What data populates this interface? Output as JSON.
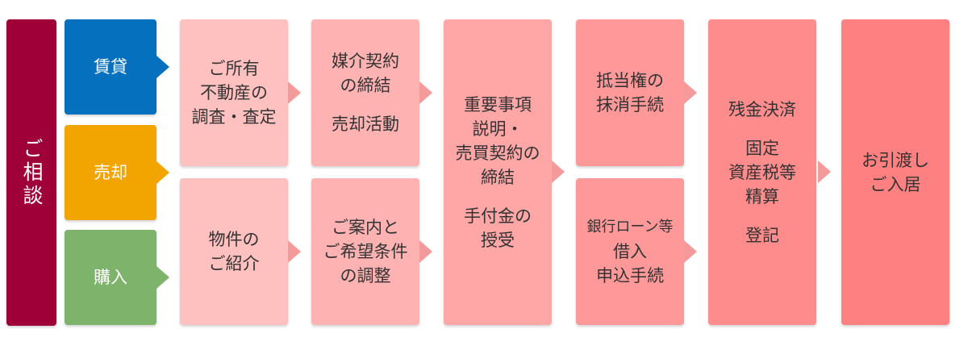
{
  "consult": {
    "label": "ご相談",
    "color": "#a00038"
  },
  "categories": [
    {
      "label": "賃貸",
      "color": "#0570bd"
    },
    {
      "label": "売却",
      "color": "#f2a500"
    },
    {
      "label": "購入",
      "color": "#7db36a"
    }
  ],
  "steps": {
    "appraisal": {
      "lines": [
        "ご所有",
        "不動産の",
        "調査・査定"
      ]
    },
    "introduction": {
      "lines": [
        "物件の",
        "ご紹介"
      ]
    },
    "brokerage": {
      "lines": [
        "媒介契約",
        "の締結"
      ],
      "sub": "売却活動"
    },
    "guidance": {
      "lines": [
        "ご案内と",
        "ご希望条件",
        "の調整"
      ]
    },
    "contract": {
      "lines": [
        "重要事項",
        "説明・",
        "売買契約の",
        "締結"
      ],
      "sub_lines": [
        "手付金の",
        "授受"
      ]
    },
    "mortgage": {
      "lines": [
        "抵当権の",
        "抹消手続"
      ]
    },
    "loan": {
      "line1": "銀行ローン等",
      "line2": "借入",
      "line3": "申込手続"
    },
    "settlement": {
      "line1": "残金決済",
      "tax_lines": [
        "固定",
        "資産税等",
        "精算"
      ],
      "line_last": "登記"
    },
    "handover": {
      "lines": [
        "お引渡し",
        "ご入居"
      ]
    }
  },
  "colors": {
    "col1": "#ffc0c0",
    "col2": "#ffb2b2",
    "col3": "#ffa6a6",
    "col4": "#ff9898",
    "col5": "#ff8c8c",
    "col6": "#ff8080",
    "arrow": "#f59a9a"
  }
}
